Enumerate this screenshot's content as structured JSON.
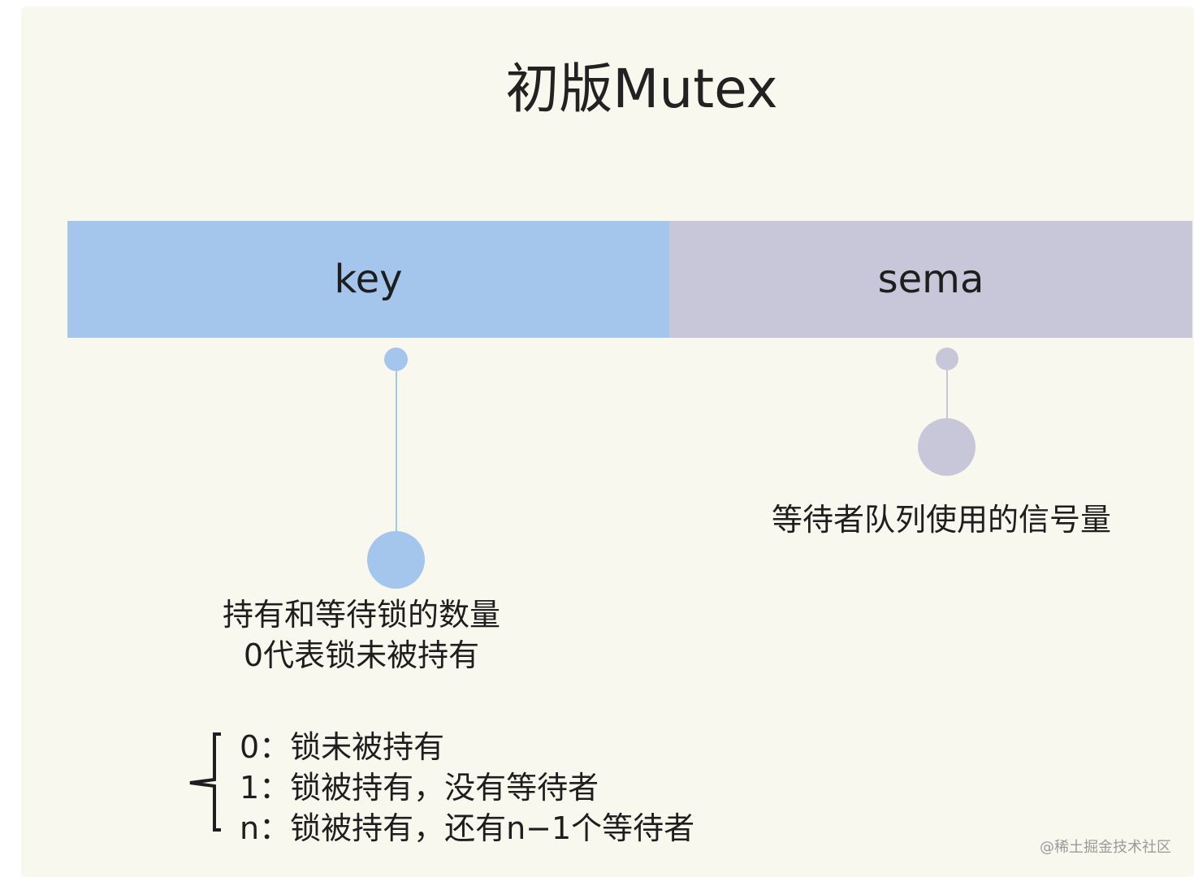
{
  "title": "初版Mutex",
  "fields": [
    {
      "name": "key",
      "color": "#a4c6ec"
    },
    {
      "name": "sema",
      "color": "#c8c7da"
    }
  ],
  "key_description": {
    "line1": "持有和等待锁的数量",
    "line2": "0代表锁未被持有"
  },
  "sema_description": "等待者队列使用的信号量",
  "key_values": [
    {
      "text": "0：锁未被持有"
    },
    {
      "text": "1：锁被持有，没有等待者"
    },
    {
      "text": "n：锁被持有，还有n−1个等待者"
    }
  ],
  "watermark": "@稀土掘金技术社区",
  "colors": {
    "background": "#f9f8ee",
    "key_dot": "#a4c6ec",
    "sema_dot": "#c8c7da"
  }
}
